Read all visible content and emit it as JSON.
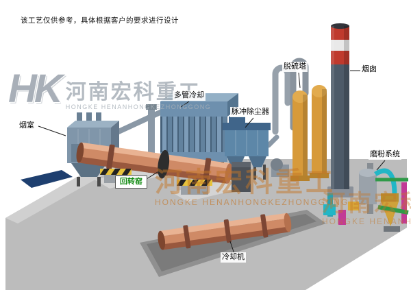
{
  "page": {
    "disclaimer": "该工艺仅供参考，具体根据客户的要求进行设计"
  },
  "watermark": {
    "logo": "HK",
    "company_cn": "河南宏科重工",
    "company_en": "HONGKE HENANHONGKEZHONGGONG",
    "center_cn": "河南宏科重工",
    "center_en": "HONGKE HENANHONGKEZHONGGONG",
    "tile2_cn": "河南宏科重工",
    "tile2_en": "HONGKE HENANHONGKE"
  },
  "labels": {
    "smoke_chamber": "烟室",
    "rotary_kiln": "回转窑",
    "multi_tube_cooler": "多管冷却",
    "pulse_dust_collector": "脉冲除尘器",
    "desulfurization_tower": "脱硫塔",
    "chimney": "烟囱",
    "grinding_system": "磨粉系统",
    "cooling_machine": "冷却机"
  },
  "colors": {
    "ground": "#bcbcbc",
    "kiln_highlight": "#e9b393",
    "kiln_body": "#cf8a66",
    "kiln_shadow": "#99583e",
    "dust_collector": "#5d87a8",
    "cooler": "#6e90ae",
    "tower": "#d79a3a",
    "chimney_body": "#4d5a68",
    "chimney_red": "#bf3a2d",
    "label_green": "#128a12",
    "watermark_orange": "#c67626",
    "watermark_gray": "#a8b0b8"
  }
}
